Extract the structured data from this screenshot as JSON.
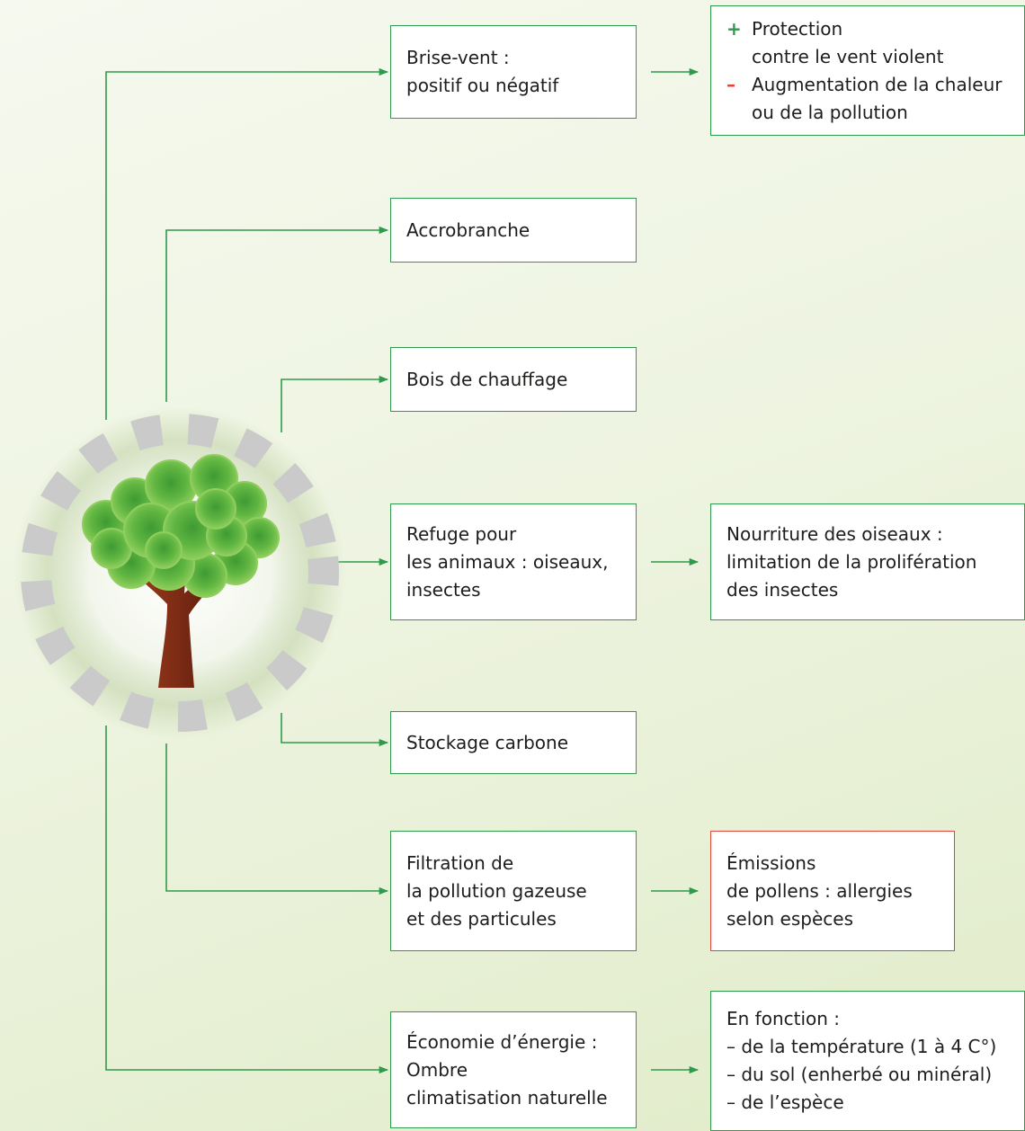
{
  "colors": {
    "line": "#2e9a4b",
    "negative": "#e04638",
    "box_fill": "#ffffff"
  },
  "tree": {
    "icon": "tree-icon"
  },
  "rows": [
    {
      "function": {
        "lines": [
          "Brise-vent :",
          "positif ou négatif"
        ]
      },
      "consequence": {
        "items": [
          {
            "sign": "+",
            "lines": [
              "Protection",
              "contre le vent violent"
            ]
          },
          {
            "sign": "–",
            "lines": [
              "Augmentation de la chaleur",
              "ou de la pollution"
            ]
          }
        ]
      }
    },
    {
      "function": {
        "lines": [
          "Accrobranche"
        ]
      }
    },
    {
      "function": {
        "lines": [
          "Bois de chauffage"
        ]
      }
    },
    {
      "function": {
        "lines": [
          "Refuge pour",
          "les animaux : oiseaux,",
          "insectes"
        ]
      },
      "consequence": {
        "lines": [
          "Nourriture des oiseaux :",
          "limitation de la prolifération",
          "des insectes"
        ]
      }
    },
    {
      "function": {
        "lines": [
          "Stockage carbone"
        ]
      }
    },
    {
      "function": {
        "lines": [
          "Filtration de",
          "la pollution gazeuse",
          "et des particules"
        ]
      },
      "consequence": {
        "negative": true,
        "lines": [
          "Émissions",
          "de pollens : allergies",
          "selon espèces"
        ]
      }
    },
    {
      "function": {
        "lines": [
          "Économie d’énergie :",
          "Ombre",
          "climatisation naturelle"
        ]
      },
      "consequence": {
        "lines": [
          "En fonction :",
          "– de la température (1 à 4 C°)",
          "– du sol (enherbé ou minéral)",
          "– de l’espèce"
        ]
      }
    }
  ]
}
